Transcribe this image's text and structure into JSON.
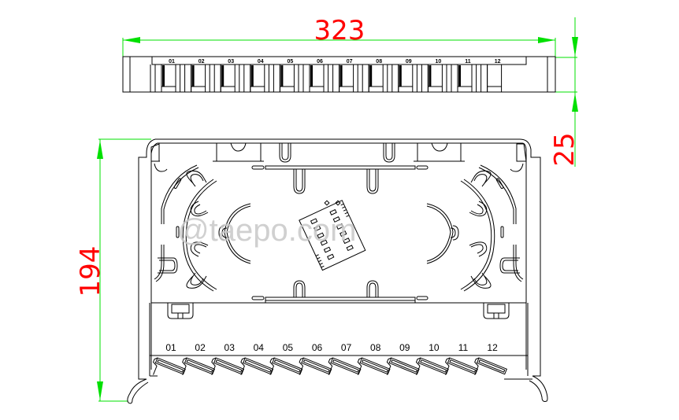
{
  "drawing": {
    "dimensions": {
      "width_mm": "323",
      "height_mm": "194",
      "depth_mm": "25"
    },
    "colors": {
      "dimension_line": "#00e000",
      "dimension_text": "#ff0000",
      "outline": "#000000",
      "watermark": "#c8c8c8"
    },
    "top_view": {
      "port_labels": [
        "01",
        "02",
        "03",
        "04",
        "05",
        "06",
        "07",
        "08",
        "09",
        "10",
        "11",
        "12"
      ]
    },
    "front_view": {
      "port_labels": [
        "01",
        "02",
        "03",
        "04",
        "05",
        "06",
        "07",
        "08",
        "09",
        "10",
        "11",
        "12"
      ]
    },
    "watermark": "@taepo.com"
  }
}
